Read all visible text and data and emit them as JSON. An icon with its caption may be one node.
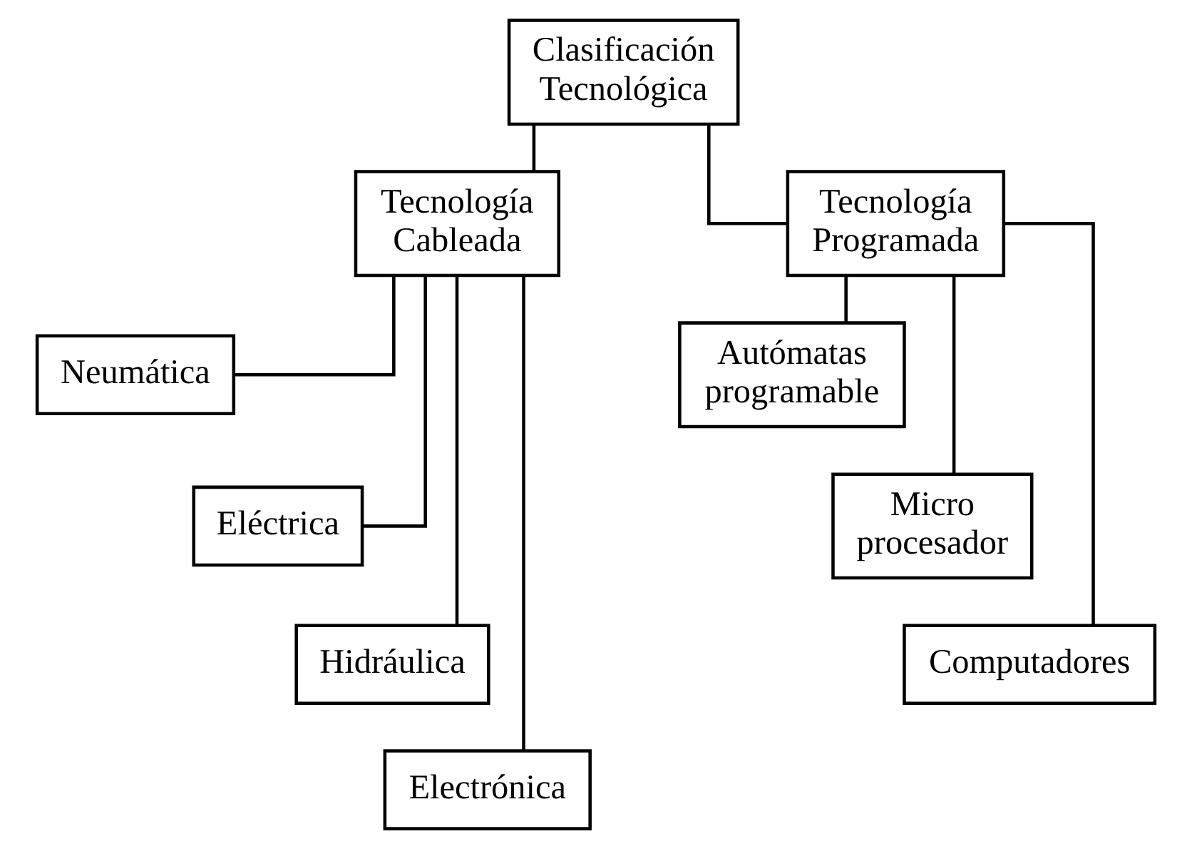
{
  "diagram": {
    "nodes": [
      {
        "text": [
          "Clasificación Tecnológica"
        ]
      },
      {
        "text": [
          "Tecnología Cableada"
        ]
      },
      {
        "text": [
          "Tecnología Programada"
        ]
      },
      {
        "text": [
          "Neumática"
        ]
      },
      {
        "text": [
          "Eléctrica"
        ]
      },
      {
        "text": [
          "Hidráulica"
        ]
      },
      {
        "text": [
          "Electrónica"
        ]
      },
      {
        "text": [
          "Autómatas programable"
        ]
      },
      {
        "text": [
          "Micro procesador"
        ]
      },
      {
        "text": [
          "Computadores"
        ]
      }
    ],
    "edges": [
      {
        "from": 0,
        "to": 1,
        "arrow": "none"
      },
      {
        "from": 0,
        "to": 2,
        "arrow": "none"
      },
      {
        "from": 1,
        "to": 3,
        "arrow": "none"
      },
      {
        "from": 1,
        "to": 4,
        "arrow": "none"
      },
      {
        "from": 1,
        "to": 5,
        "arrow": "none"
      },
      {
        "from": 1,
        "to": 6,
        "arrow": "none"
      },
      {
        "from": 2,
        "to": 7,
        "arrow": "none"
      },
      {
        "from": 2,
        "to": 8,
        "arrow": "none"
      },
      {
        "from": 2,
        "to": 9,
        "arrow": "none"
      }
    ]
  }
}
